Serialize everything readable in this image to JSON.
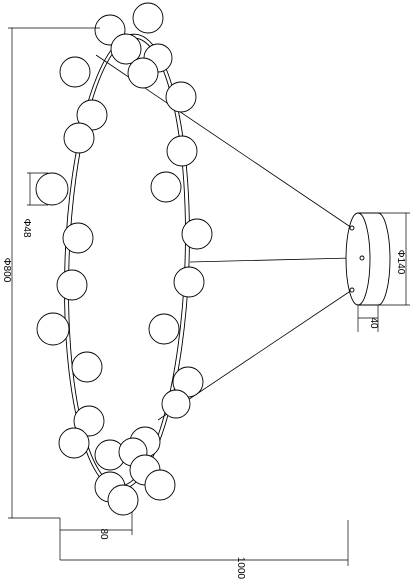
{
  "dimensions": {
    "overall_diameter": "Φ800",
    "globe_diameter": "Φ48",
    "canopy_diameter": "Φ140",
    "canopy_depth": "40",
    "ring_depth": "80",
    "overall_length": "1000"
  },
  "colors": {
    "line": "#000000",
    "globe_fill": "#ffffff",
    "canopy_fill": "#ffffff"
  }
}
